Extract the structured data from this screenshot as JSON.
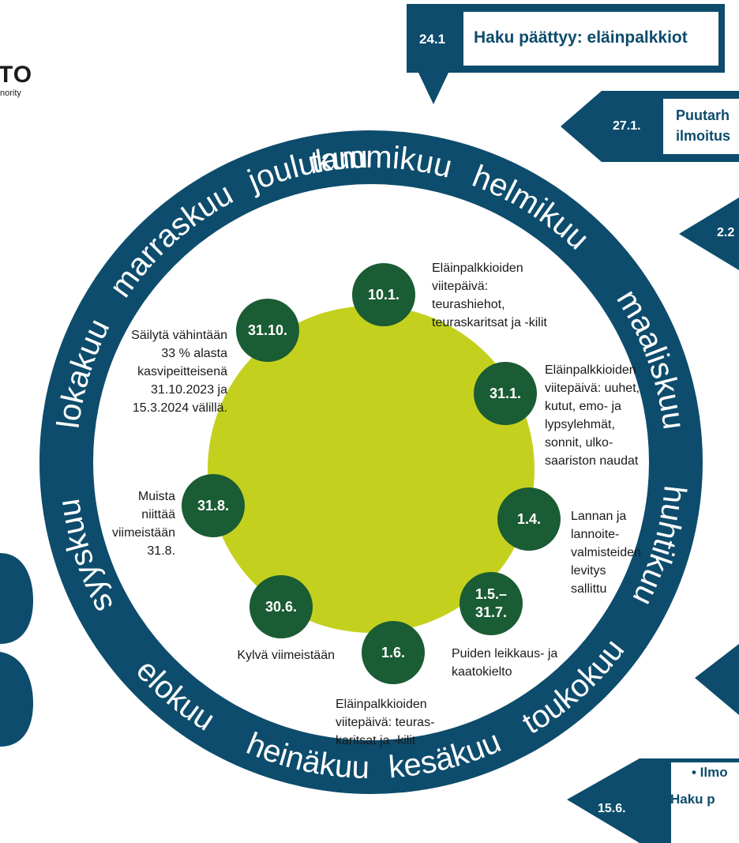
{
  "logo": {
    "line1": "TO",
    "line2": "nority"
  },
  "colors": {
    "ring": "#0d4c6c",
    "center": "#c3d11e",
    "dot": "#1a5c33",
    "flag_text": "#0d4c6c",
    "white": "#ffffff"
  },
  "months": [
    "tammikuu",
    "helmikuu",
    "maaliskuu",
    "huhtikuu",
    "toukokuu",
    "kesäkuu",
    "heinäkuu",
    "elokuu",
    "syyskuu",
    "lokakuu",
    "marraskuu",
    "joulukuu"
  ],
  "events": [
    {
      "date": "10.1.",
      "lines": [
        "Eläinpalkkioiden",
        "viitepäivä:",
        "teurashiehot,",
        "teuraskaritsat ja -kilit"
      ]
    },
    {
      "date": "31.1.",
      "lines": [
        "Eläinpalkkioiden",
        "viitepäivä: uuhet,",
        "kutut, emo- ja",
        "lypsylehmät,",
        "sonnit, ulko-",
        "saariston naudat"
      ]
    },
    {
      "date": "1.4.",
      "lines": [
        "Lannan ja",
        "lannoite-",
        "valmisteiden",
        "levitys",
        "sallittu"
      ]
    },
    {
      "date_lines": [
        "1.5.–",
        "31.7."
      ],
      "lines": [
        "Puiden leikkaus- ja",
        "kaatokielto"
      ]
    },
    {
      "date": "1.6.",
      "lines": [
        "Eläinpalkkioiden",
        "viitepäivä: teuras-",
        "karitsat ja -kilit"
      ]
    },
    {
      "date": "30.6.",
      "lines": [
        "Kylvä viimeistään"
      ]
    },
    {
      "date": "31.8.",
      "lines": [
        "Muista",
        "niittää",
        "viimeistään",
        "31.8."
      ]
    },
    {
      "date": "31.10.",
      "lines": [
        "Säilytä vähintään",
        "33 % alasta",
        "kasvipeitteisenä",
        "31.10.2023 ja",
        "15.3.2024 välillä."
      ]
    }
  ],
  "flags": [
    {
      "date": "24.1",
      "title": "Haku päättyy: eläinpalkkiot"
    },
    {
      "date": "27.1.",
      "lines": [
        "Puutarh",
        "ilmoitus"
      ]
    },
    {
      "date": "2.2"
    },
    {
      "date": "15.6.",
      "lines": [
        "• Ilmo",
        "Haku p"
      ]
    }
  ]
}
